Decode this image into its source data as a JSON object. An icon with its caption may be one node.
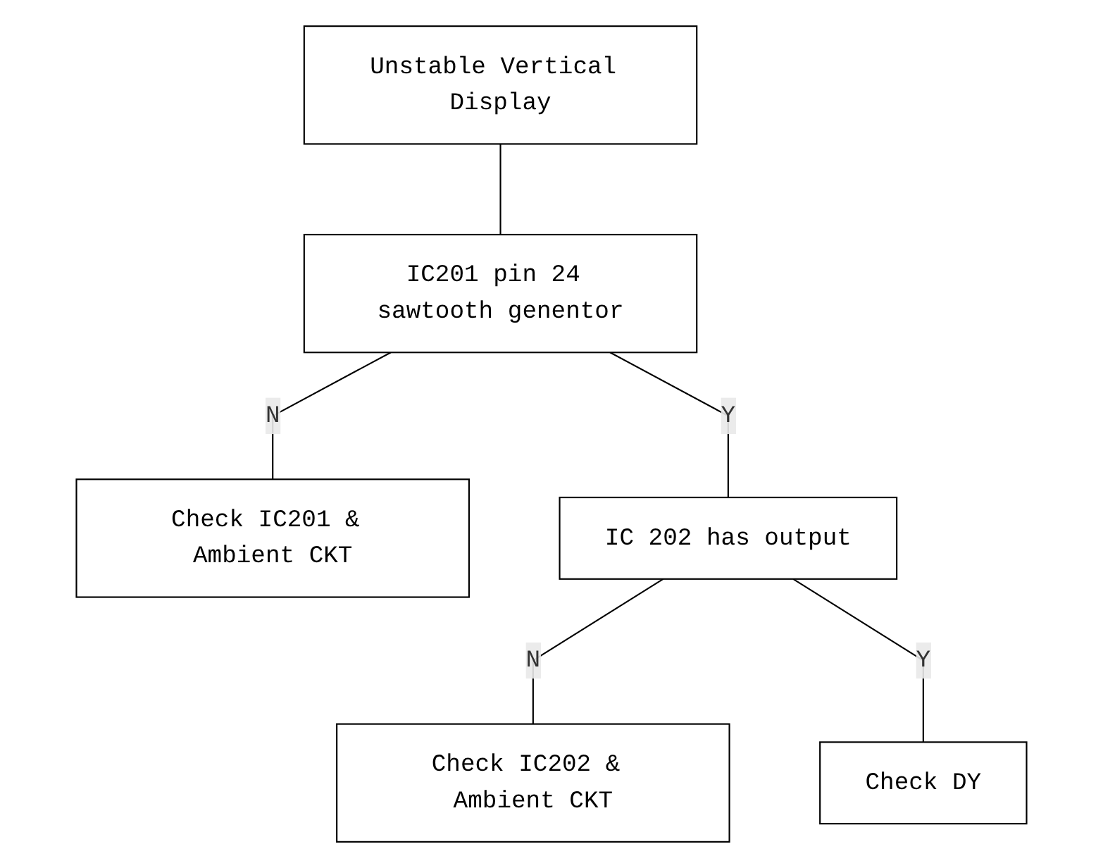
{
  "diagram": {
    "nodes": [
      {
        "text": [
          "Unstable Vertical Display"
        ]
      },
      {
        "text": [
          "IC201 pin 24 sawtooth genentor"
        ]
      },
      {
        "text": [
          "Check IC201 & Ambient CKT"
        ]
      },
      {
        "text": [
          "IC 202 has output"
        ]
      },
      {
        "text": [
          "Check IC202 & Ambient CKT"
        ]
      },
      {
        "text": [
          "Check DY"
        ]
      }
    ],
    "edges": [
      {
        "from": 0,
        "to": 1,
        "arrow": "none"
      },
      {
        "from": 1,
        "to": 2,
        "arrow": "none",
        "label": "N"
      },
      {
        "from": 1,
        "to": 3,
        "arrow": "none",
        "label": "Y"
      },
      {
        "from": 3,
        "to": 4,
        "arrow": "none",
        "label": "N"
      },
      {
        "from": 3,
        "to": 5,
        "arrow": "none",
        "label": "Y"
      }
    ]
  }
}
